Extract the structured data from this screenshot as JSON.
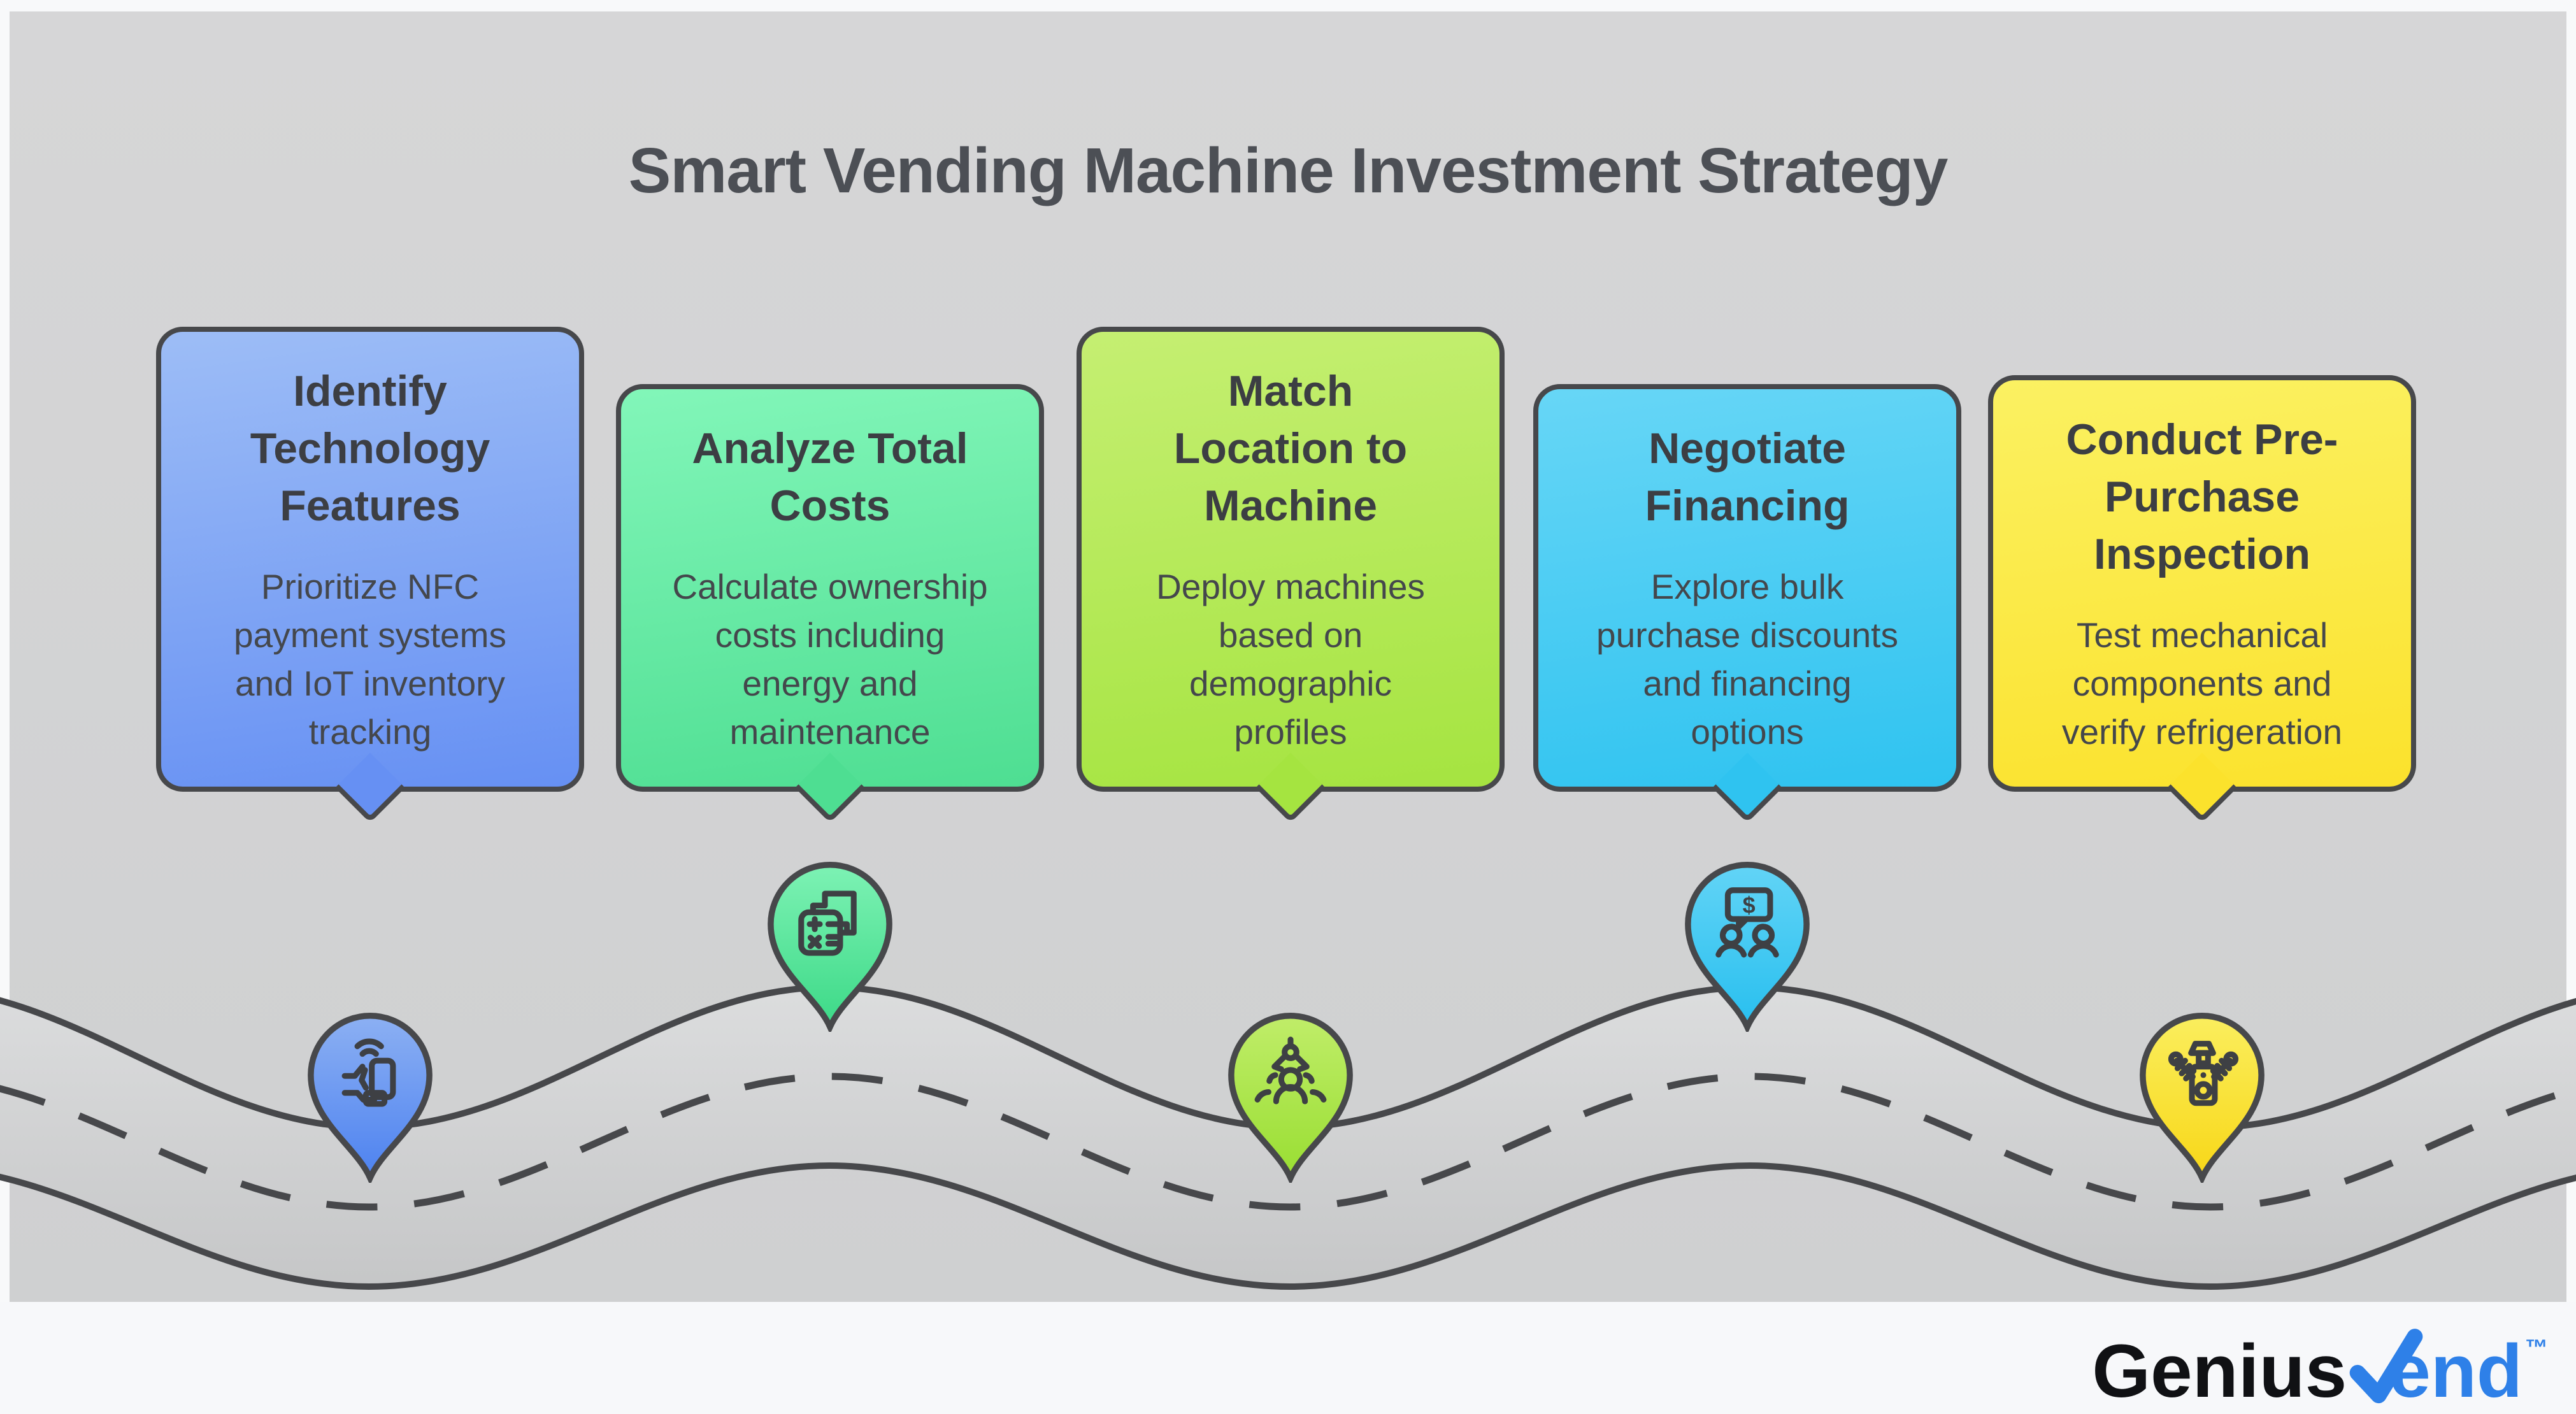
{
  "title": "Smart Vending Machine Investment Strategy",
  "steps": [
    {
      "slug": "identify-technology",
      "title": "Identify\nTechnology\nFeatures",
      "body": "Prioritize NFC\npayment systems\nand IoT inventory\ntracking",
      "icon": "nfc-payment-icon",
      "colors": {
        "card_top": "#9dbdf6",
        "card_bottom": "#6690f3",
        "pin_top": "#8cb0f3",
        "pin_bottom": "#4d82f0"
      }
    },
    {
      "slug": "analyze-total-costs",
      "title": "Analyze Total\nCosts",
      "body": "Calculate ownership\ncosts including\nenergy and\nmaintenance",
      "icon": "cost-calculator-icon",
      "colors": {
        "card_top": "#82f6b9",
        "card_bottom": "#4ede92",
        "pin_top": "#7df2b4",
        "pin_bottom": "#3cd987"
      }
    },
    {
      "slug": "match-location-to-machine",
      "title": "Match\nLocation to\nMachine",
      "body": "Deploy machines\nbased on\ndemographic\nprofiles",
      "icon": "demographic-claw-icon",
      "colors": {
        "card_top": "#c5ef72",
        "card_bottom": "#a5e440",
        "pin_top": "#c0ed69",
        "pin_bottom": "#99de32"
      }
    },
    {
      "slug": "negotiate-financing",
      "title": "Negotiate\nFinancing",
      "body": "Explore bulk\npurchase discounts\nand financing\noptions",
      "icon": "negotiation-icon",
      "colors": {
        "card_top": "#67d6f6",
        "card_bottom": "#2fc3f0",
        "pin_top": "#62d4f6",
        "pin_bottom": "#28bfef"
      }
    },
    {
      "slug": "pre-purchase-inspection",
      "title": "Conduct Pre-\nPurchase\nInspection",
      "body": "Test mechanical\ncomponents and\nverify refrigeration",
      "icon": "engine-icon",
      "colors": {
        "card_top": "#fbf162",
        "card_bottom": "#fbe22c",
        "pin_top": "#faee5e",
        "pin_bottom": "#f8d717"
      }
    }
  ],
  "brand": {
    "name_dark": "Genius",
    "name_accent": "end",
    "trademark": "™",
    "checkmark_icon": "check-icon"
  },
  "colors": {
    "frame": "#f8f9fa",
    "panel_top": "#d6d6d7",
    "panel_bottom": "#cfd0d1",
    "stroke": "#47484b",
    "road_top": "#dcddde",
    "road_bottom": "#c5c6c7",
    "title_text": "#4c4f55",
    "card_title_text": "#3c3e43",
    "card_body_text": "#44474c",
    "icon_stroke": "#3e4044",
    "brand_dark": "#101114",
    "brand_accent": "#2e80e8",
    "footer_bg": "#f7f8fa"
  }
}
